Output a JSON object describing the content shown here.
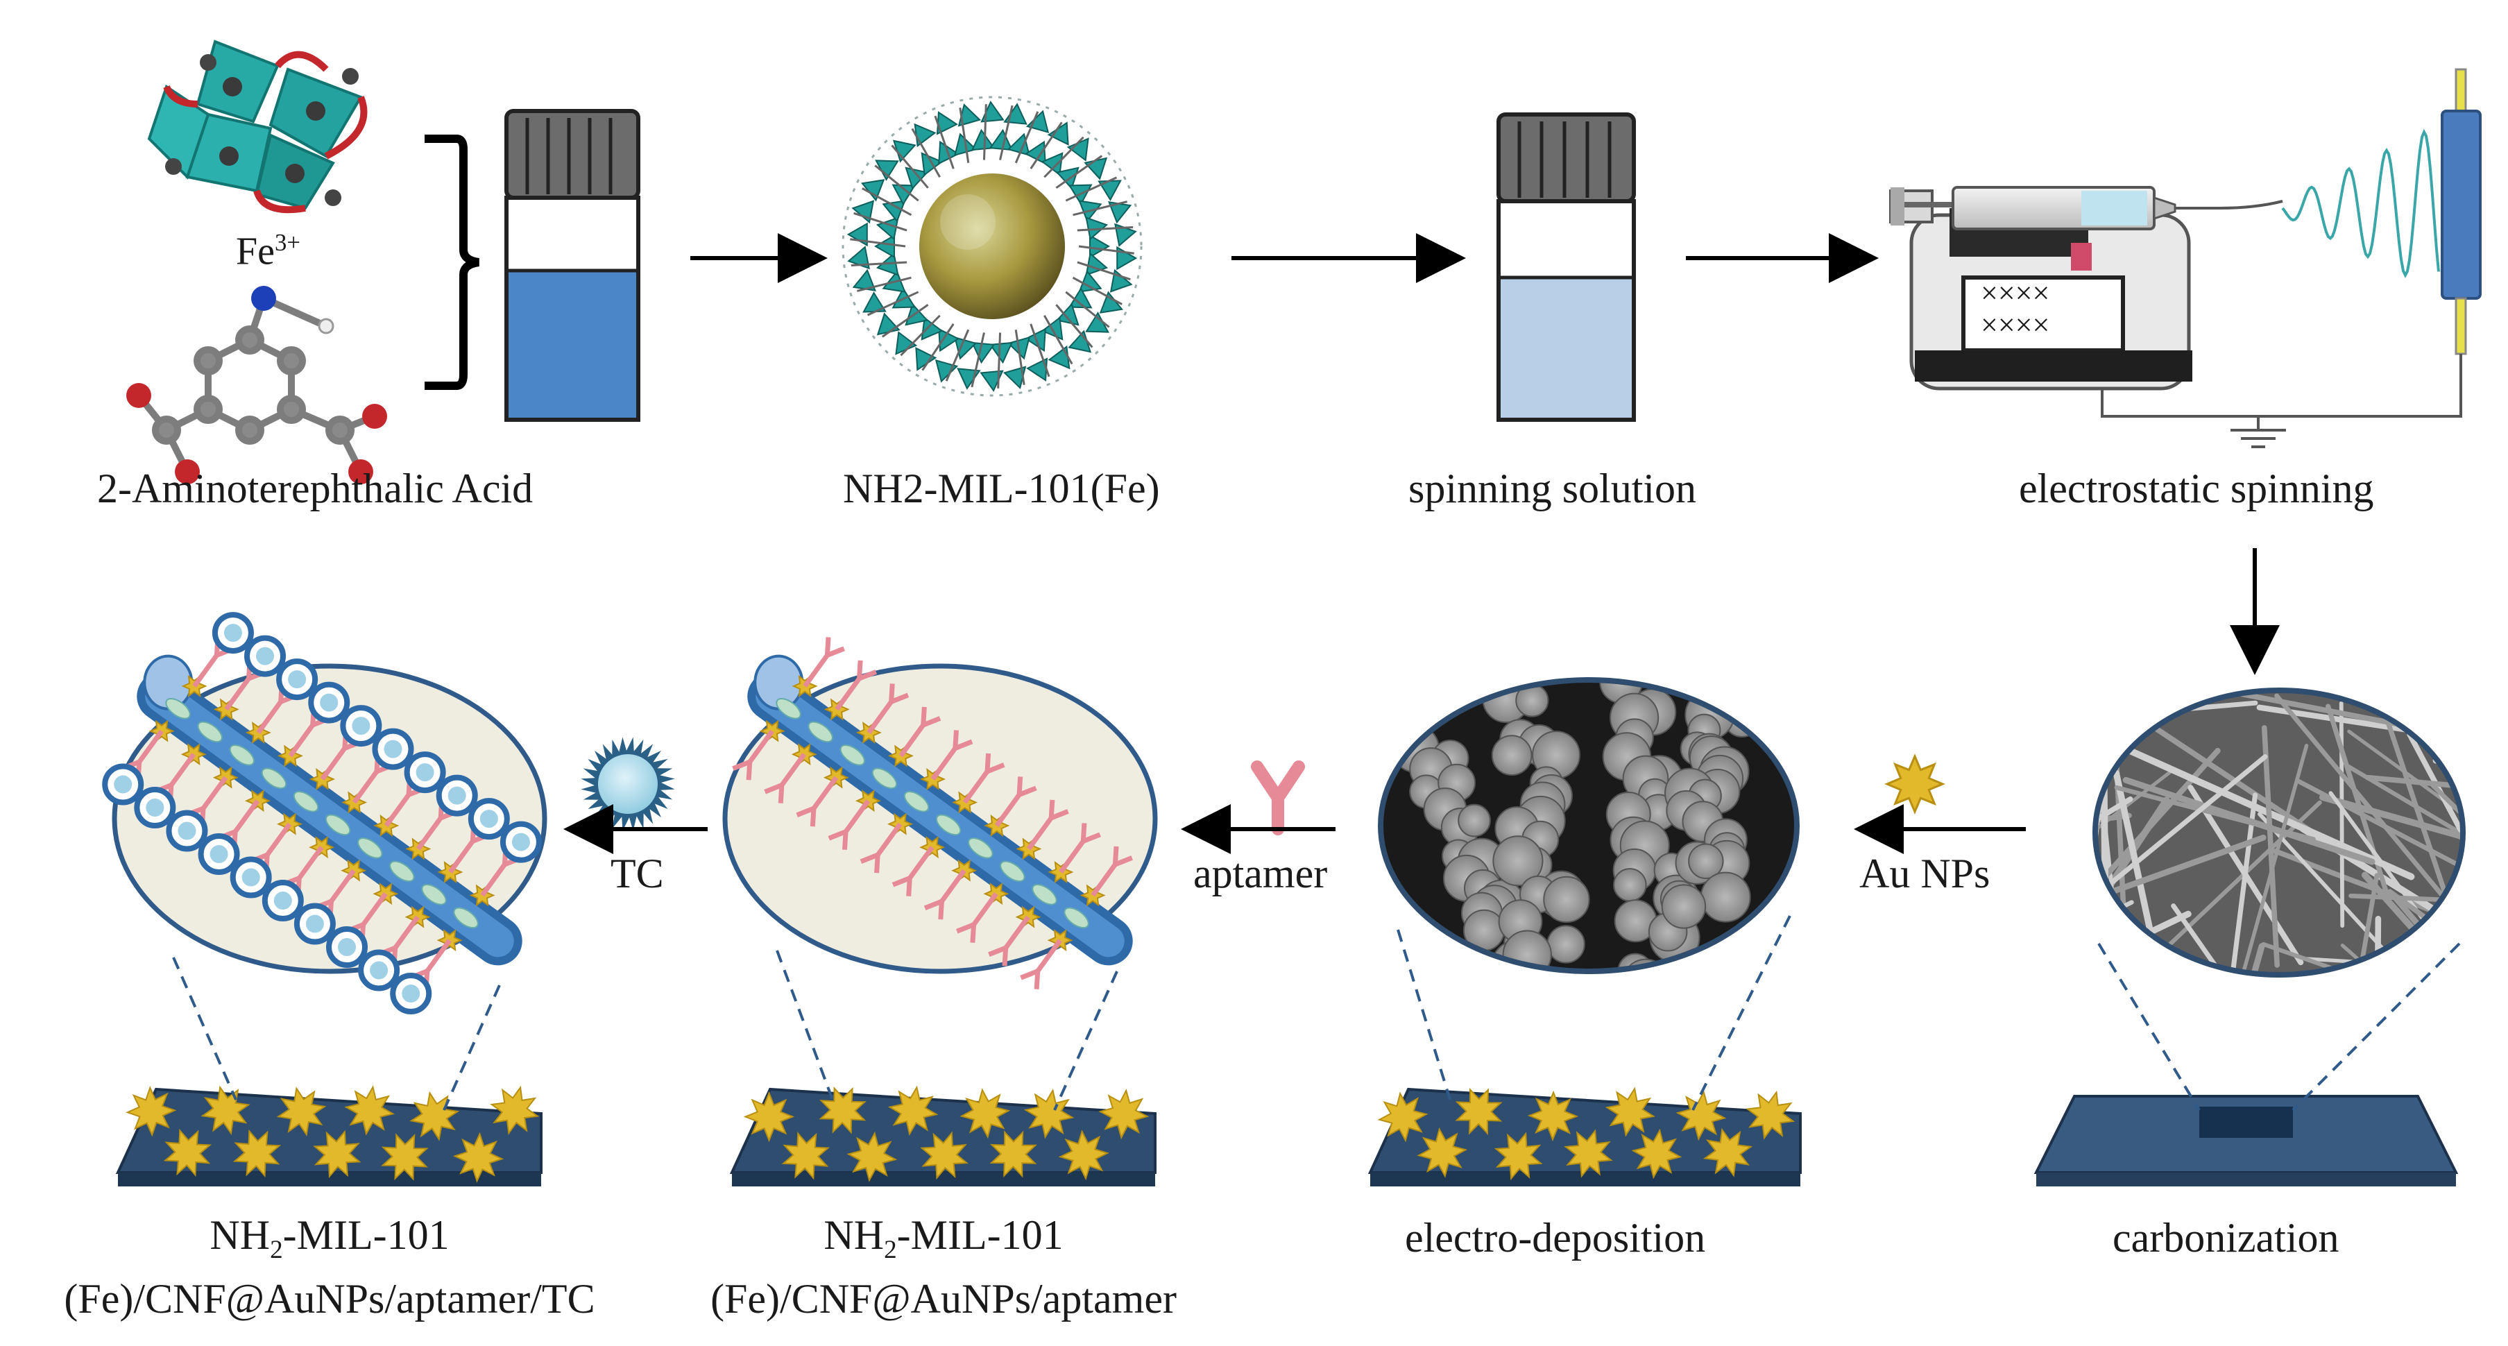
{
  "labels": {
    "fe": "Fe",
    "fe_sup": "3+",
    "acid": "2-Aminoterephthalic  Acid",
    "mof": "NH2-MIL-101(Fe)",
    "spinning_solution": "spinning  solution",
    "electrostatic": "electrostatic  spinning",
    "carbonization": "carbonization",
    "au_nps": "Au NPs",
    "electro_deposition": "electro-deposition",
    "aptamer": "aptamer",
    "tc": "TC",
    "product2_line1_a": "NH",
    "product2_line1_sub": "2",
    "product2_line1_b": "-MIL-101",
    "product2_line2": "(Fe)/CNF@AuNPs/aptamer",
    "product1_line1_a": "NH",
    "product1_line1_sub": "2",
    "product1_line1_b": "-MIL-101",
    "product1_line2": "(Fe)/CNF@AuNPs/aptamer/TC",
    "pump_display": "××××"
  },
  "colors": {
    "liquid_dark": "#4a86c8",
    "liquid_light": "#b8cfe8",
    "teal": "#1f9e9a",
    "gold": "#e3b92c",
    "slate": "#2f4d6e",
    "collector": "#4a7bbd",
    "ellipse_fill": "#efece0",
    "fiber": "#3f7fc1",
    "aptamer_pink": "#e58a96"
  }
}
